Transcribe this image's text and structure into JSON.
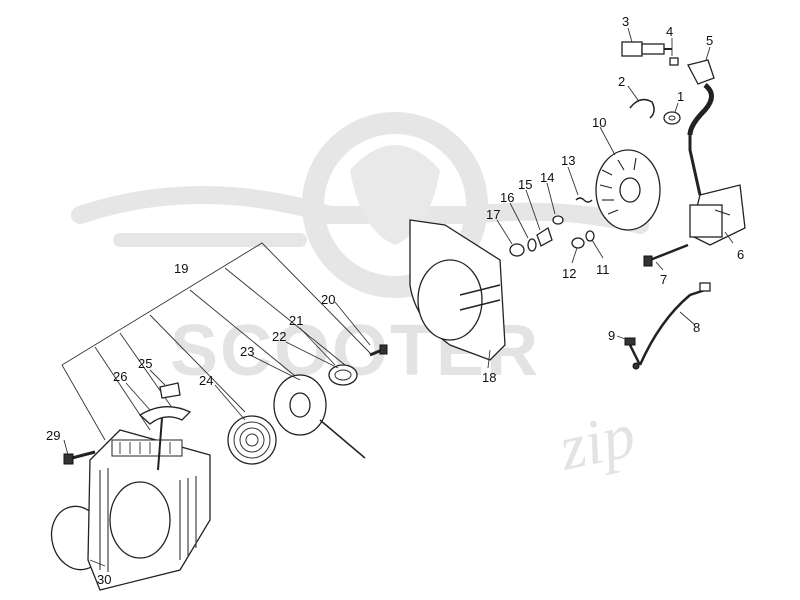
{
  "watermark": {
    "brand": "SCOOTER",
    "script": "zip"
  },
  "callouts": [
    {
      "id": "1",
      "label": "1"
    },
    {
      "id": "2",
      "label": "2"
    },
    {
      "id": "3",
      "label": "3"
    },
    {
      "id": "4",
      "label": "4"
    },
    {
      "id": "5",
      "label": "5"
    },
    {
      "id": "6",
      "label": "6"
    },
    {
      "id": "7",
      "label": "7"
    },
    {
      "id": "8",
      "label": "8"
    },
    {
      "id": "9",
      "label": "9"
    },
    {
      "id": "10",
      "label": "10"
    },
    {
      "id": "11",
      "label": "11"
    },
    {
      "id": "12",
      "label": "12"
    },
    {
      "id": "13",
      "label": "13"
    },
    {
      "id": "14",
      "label": "14"
    },
    {
      "id": "15",
      "label": "15"
    },
    {
      "id": "16",
      "label": "16"
    },
    {
      "id": "17",
      "label": "17"
    },
    {
      "id": "18",
      "label": "18"
    },
    {
      "id": "19",
      "label": "19"
    },
    {
      "id": "20",
      "label": "20"
    },
    {
      "id": "21",
      "label": "21"
    },
    {
      "id": "22",
      "label": "22"
    },
    {
      "id": "23",
      "label": "23"
    },
    {
      "id": "24",
      "label": "24"
    },
    {
      "id": "25",
      "label": "25"
    },
    {
      "id": "26",
      "label": "26"
    },
    {
      "id": "29",
      "label": "29"
    },
    {
      "id": "30",
      "label": "30"
    }
  ]
}
